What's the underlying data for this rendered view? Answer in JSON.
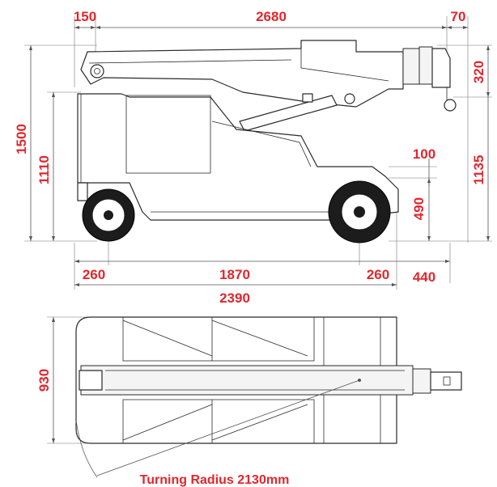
{
  "side_view": {
    "top_dimensions": {
      "front_overhang": "150",
      "boom_length": "2680",
      "hook_offset": "70"
    },
    "left_dimensions": {
      "overall_height": "1500",
      "chassis_height": "1110"
    },
    "right_dimensions": {
      "hook_block": "320",
      "hook_height": "1135",
      "ground_clearance": "100",
      "wheel_height": "490"
    },
    "bottom_dimensions": {
      "front_wheel_offset": "260",
      "wheelbase": "1870",
      "rear_wheel_offset": "260",
      "rear_overhang": "440",
      "overall_length": "2390"
    }
  },
  "top_view": {
    "width": "930",
    "turning_radius_label": "Turning Radius 2130mm"
  },
  "colors": {
    "dimension_text": "#e1262d",
    "line": "#2a2a2a",
    "background": "#ffffff"
  }
}
